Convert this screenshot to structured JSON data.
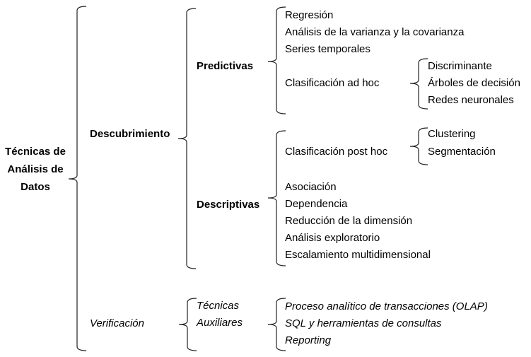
{
  "root": {
    "lines": [
      "Técnicas de",
      "Análisis de",
      "Datos"
    ]
  },
  "level1": {
    "discovery": "Descubrimiento",
    "verification": "Verificación"
  },
  "discovery": {
    "predictive": {
      "label": "Predictivas",
      "items": [
        "Regresión",
        "Análisis de la varianza y la covarianza",
        "Series temporales",
        "Clasificación ad hoc"
      ],
      "adhoc_children": [
        "Discriminante",
        "Árboles de decisión",
        "Redes neuronales"
      ]
    },
    "descriptive": {
      "label": "Descriptivas",
      "items": [
        "Clasificación post hoc",
        "Asociación",
        "Dependencia",
        "Reducción de la dimensión",
        "Análisis exploratorio",
        "Escalamiento multidimensional"
      ],
      "posthoc_children": [
        "Clustering",
        "Segmentación"
      ]
    }
  },
  "verification": {
    "aux_label": [
      "Técnicas",
      "Auxiliares"
    ],
    "items": [
      "Proceso analítico de transacciones (OLAP)",
      "SQL y herramientas de consultas",
      "Reporting"
    ]
  }
}
